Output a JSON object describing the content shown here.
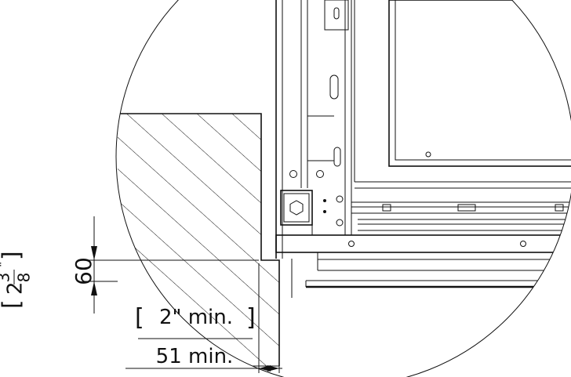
{
  "dimensions": {
    "vertical": {
      "metric": "60",
      "imperial_whole": "2",
      "imperial_num": "3",
      "imperial_den": "8",
      "imperial_inch": "\""
    },
    "horizontal": {
      "imperial": "2\" min.",
      "metric": "51 min."
    }
  }
}
